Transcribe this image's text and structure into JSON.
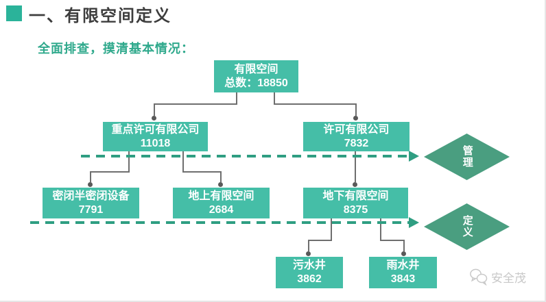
{
  "header": {
    "title": "一、有限空间定义",
    "subtitle": "全面排查，摸清基本情况："
  },
  "colors": {
    "box_teal": "#45bea7",
    "diamond_green": "#4a9e80",
    "dashed_line_teal": "#2f9e82",
    "connector_gray": "#6e6e6e",
    "accent_green": "#2fa98c",
    "title_gray": "#3d3d3d",
    "bullet_teal": "#2bb39a",
    "watermark_gray": "#c8c8c8"
  },
  "boxes": {
    "root": {
      "line1": "有限空间",
      "line2": "总数：18850"
    },
    "key_permit": {
      "line1": "重点许可有限公司",
      "line2": "11018"
    },
    "permit": {
      "line1": "许可有限公司",
      "line2": "7832"
    },
    "enclosed": {
      "line1": "密闭半密闭设备",
      "line2": "7791"
    },
    "above_ground": {
      "line1": "地上有限空间",
      "line2": "2684"
    },
    "under_ground": {
      "line1": "地下有限空间",
      "line2": "8375"
    },
    "sewage_well": {
      "line1": "污水井",
      "line2": "3862"
    },
    "rain_well": {
      "line1": "雨水井",
      "line2": "3843"
    }
  },
  "diamonds": {
    "management": "管理",
    "definition": "定义"
  },
  "watermark": {
    "text": "安全茂",
    "icon": "wechat-bubbles-icon"
  },
  "chart_data": {
    "type": "tree",
    "nodes": [
      {
        "id": "root",
        "label": "有限空间",
        "value": 18850,
        "value_prefix": "总数：",
        "parent": null
      },
      {
        "id": "key_permit",
        "label": "重点许可有限公司",
        "value": 11018,
        "parent": "root"
      },
      {
        "id": "permit",
        "label": "许可有限公司",
        "value": 7832,
        "parent": "root"
      },
      {
        "id": "enclosed",
        "label": "密闭半密闭设备",
        "value": 7791,
        "parent": "key_permit"
      },
      {
        "id": "above_ground",
        "label": "地上有限空间",
        "value": 2684,
        "parent": "key_permit"
      },
      {
        "id": "under_ground",
        "label": "地下有限空间",
        "value": 8375,
        "parent": "permit"
      },
      {
        "id": "sewage_well",
        "label": "污水井",
        "value": 3862,
        "parent": "under_ground"
      },
      {
        "id": "rain_well",
        "label": "雨水井",
        "value": 3843,
        "parent": "under_ground"
      }
    ],
    "annotations": [
      {
        "label": "管理",
        "row": "level-2",
        "shape": "diamond"
      },
      {
        "label": "定义",
        "row": "level-3",
        "shape": "diamond"
      }
    ]
  }
}
